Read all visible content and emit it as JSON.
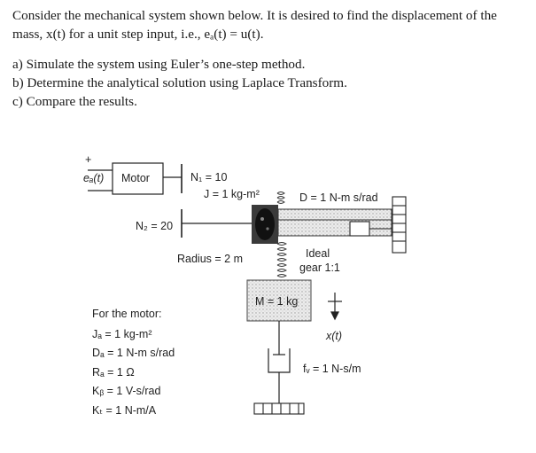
{
  "problem": {
    "intro_line1": "Consider the mechanical system shown below. It is desired to find the displacement of the",
    "intro_line2": "mass, x(t) for a unit step input, i.e., eₐ(t) = u(t).",
    "tasks": [
      "a)  Simulate the system using Euler’s one-step method.",
      "b)  Determine the analytical solution using Laplace Transform.",
      "c)  Compare the results."
    ]
  },
  "diagram": {
    "plus_sign": "+",
    "input_label": "eₐ(t)",
    "motor_label": "Motor",
    "n1_label": "N₁ = 10",
    "j_label": "J = 1 kg-m²",
    "d_label": "D = 1 N-m s/rad",
    "n2_label": "N₂ = 20",
    "radius_label": "Radius = 2 m",
    "ideal_label": "Ideal",
    "gear_label": "gear 1:1",
    "mass_label": "M = 1 kg",
    "x_label": "x(t)",
    "fv_label": "fᵥ = 1 N-s/m"
  },
  "motor_params": {
    "heading": "For the motor:",
    "lines": [
      "Jₐ  = 1 kg-m²",
      "Dₐ  = 1 N-m s/rad",
      "Rₐ  = 1 Ω",
      "Kᵦ  = 1 V-s/rad",
      "Kₜ  = 1 N-m/A"
    ]
  }
}
